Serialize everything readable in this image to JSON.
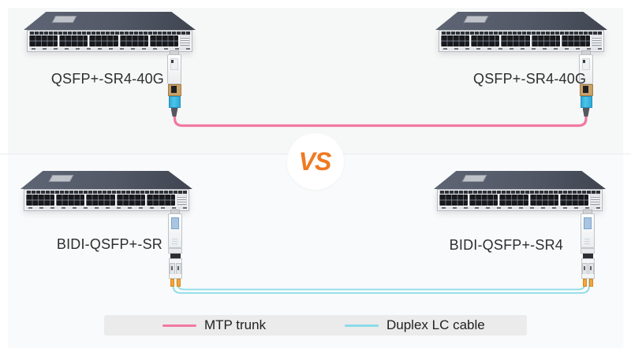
{
  "top_pair": {
    "left_label": "QSFP+-SR4-40G",
    "right_label": "QSFP+-SR4-40G"
  },
  "bottom_pair": {
    "left_label": "BIDI-QSFP+-SR",
    "right_label": "BIDI-QSFP+-SR4"
  },
  "vs_badge": {
    "text": "VS"
  },
  "legend": {
    "items": [
      {
        "label": "MTP trunk",
        "color": "#f279a2"
      },
      {
        "label": "Duplex LC cable",
        "color": "#8adce9"
      }
    ]
  },
  "colors": {
    "mtp_cable": "#f279a2",
    "lc_cable": "#8adce9",
    "vs_text": "#f07922"
  }
}
